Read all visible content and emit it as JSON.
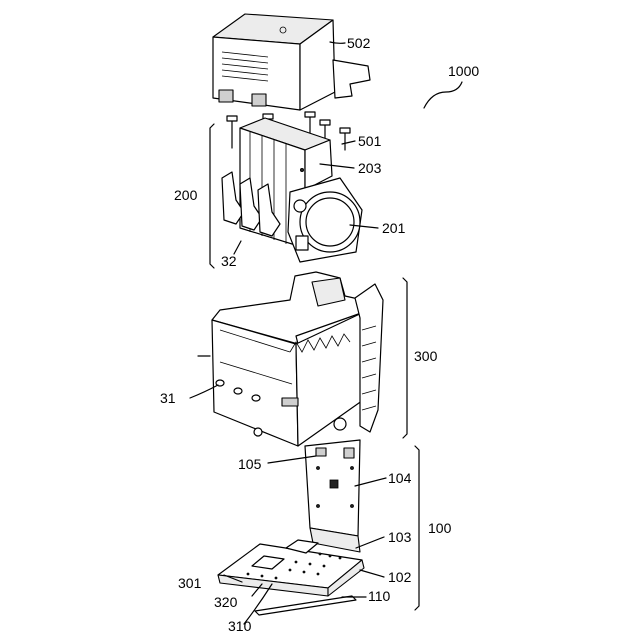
{
  "labels": {
    "l1000": "1000",
    "l502": "502",
    "l501": "501",
    "l203": "203",
    "l200": "200",
    "l201": "201",
    "l32": "32",
    "l300": "300",
    "l31": "31",
    "l105": "105",
    "l104": "104",
    "l100": "100",
    "l103": "103",
    "l301": "301",
    "l102": "102",
    "l320": "320",
    "l110": "110",
    "l310": "310"
  }
}
